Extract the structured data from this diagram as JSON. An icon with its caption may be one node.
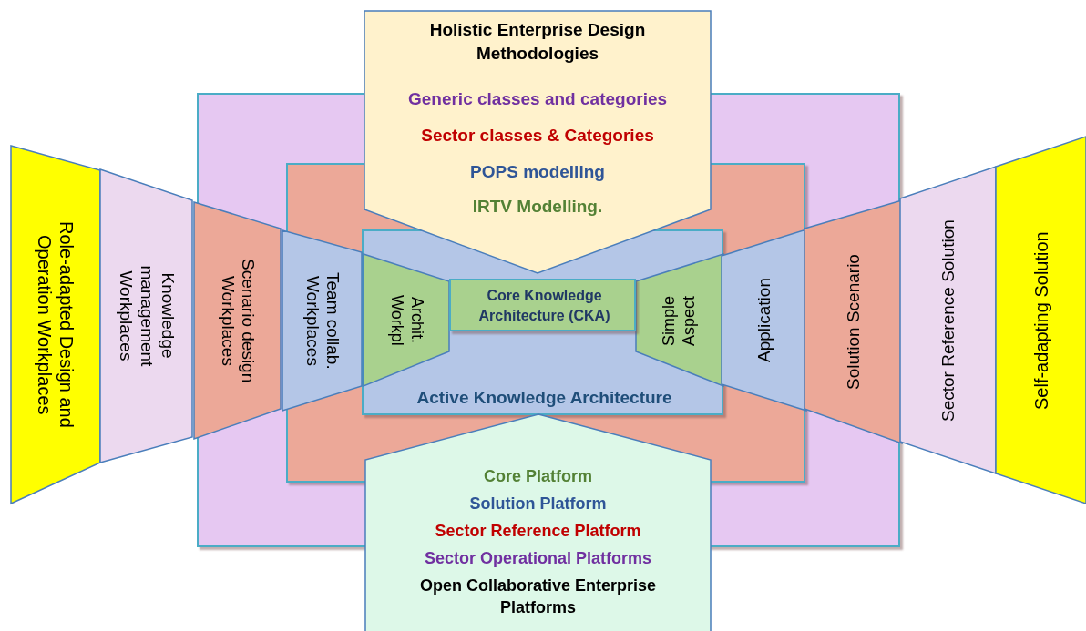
{
  "diagram": {
    "nodes": [
      {
        "text": [],
        "shape": "box"
      },
      {
        "text": [],
        "shape": "box",
        "in": 0
      },
      {
        "text": [
          "Active Knowledge Architecture"
        ],
        "in": 1
      },
      {
        "text": [
          "Core Knowledge Architecture (CKA)"
        ],
        "in": 2
      },
      {
        "text": [
          "Role-adapted Design and Operation Workplaces"
        ]
      },
      {
        "text": [
          "Knowledge management Workplaces"
        ]
      },
      {
        "text": [
          "Scenario design Workplaces"
        ],
        "in": 0
      },
      {
        "text": [
          "Team collab. Workplaces"
        ],
        "in": 1
      },
      {
        "text": [
          "Archit. Workpl"
        ],
        "in": 2
      },
      {
        "text": [
          "Simple Aspect"
        ],
        "in": 2
      },
      {
        "text": [
          "Application"
        ],
        "in": 1
      },
      {
        "text": [
          "Solution Scenario"
        ],
        "in": 0
      },
      {
        "text": [
          "Sector Reference Solution"
        ]
      },
      {
        "text": [
          "Self-adapting Solution"
        ]
      },
      {
        "text": [
          "Holistic Enterprise Design Methodologies",
          "Generic classes and categories",
          "Sector classes & Categories",
          "POPS modelling",
          "IRTV Modelling."
        ]
      },
      {
        "text": [
          "Core Platform",
          "Solution Platform",
          "Sector Reference Platform",
          "Sector Operational Platforms",
          "Open Collaborative Enterprise Platforms"
        ]
      }
    ]
  }
}
